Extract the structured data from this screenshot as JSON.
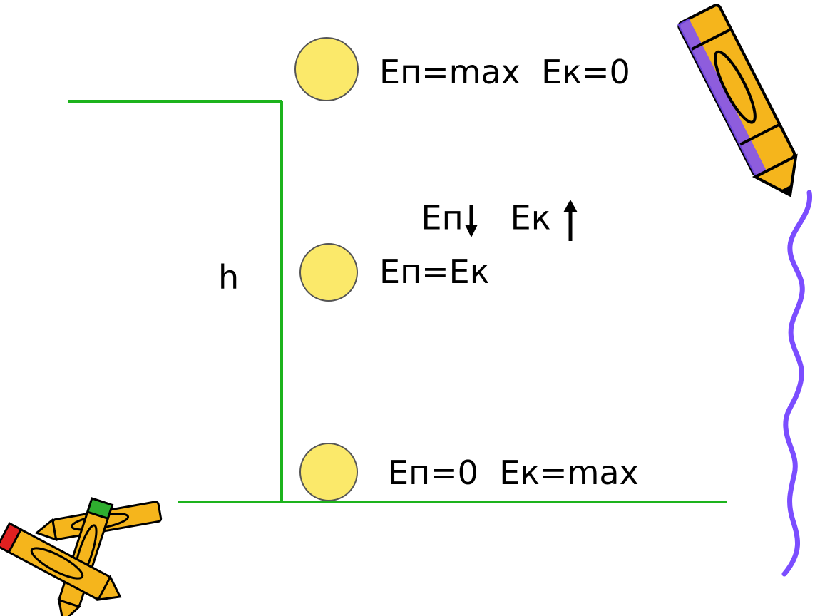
{
  "labels": {
    "top": "Еп=max  Ек=0",
    "mid_ep": "Еп",
    "mid_ek": "Ек",
    "middle": "Еп=Ек",
    "bottom": "Еп=0  Ек=max",
    "height": "h"
  },
  "colors": {
    "line": "#1db31d",
    "ball_fill": "#fbe96a",
    "ball_stroke": "#555555",
    "squiggle": "#7b4dff",
    "pencil_body": "#f5b51c",
    "pencil_outline": "#000000"
  },
  "arrows": {
    "ep": "down",
    "ek": "up"
  },
  "decor": [
    "pencil-top-right",
    "pencils-bottom-left",
    "squiggle-right-edge"
  ]
}
